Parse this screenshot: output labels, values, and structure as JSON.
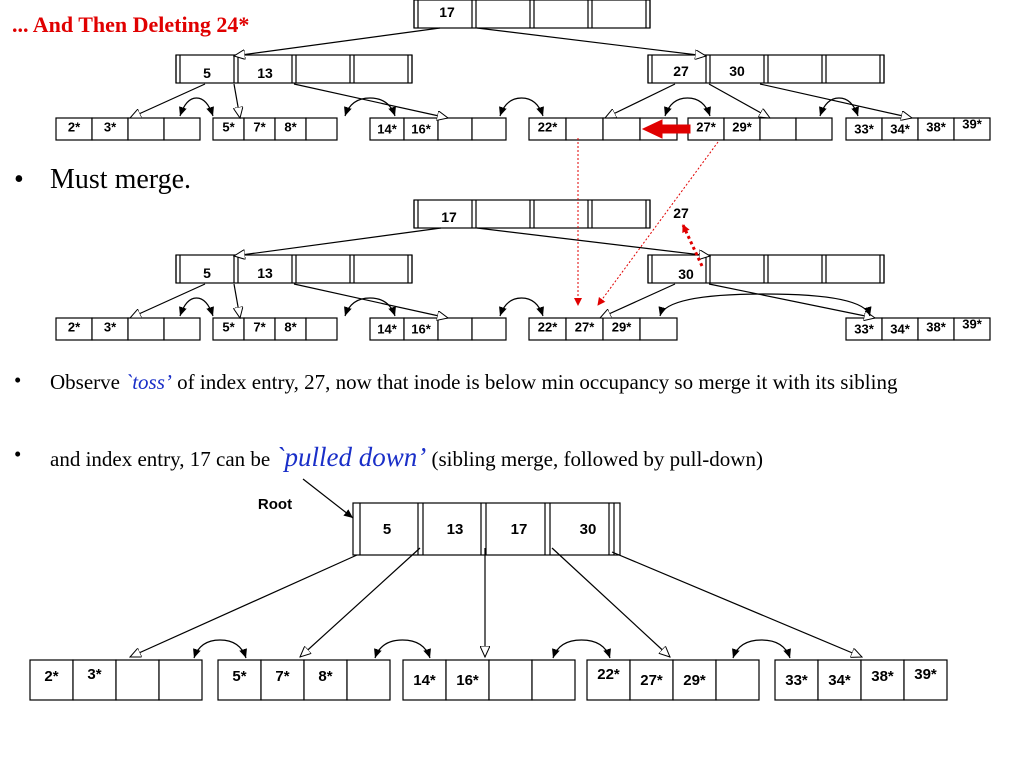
{
  "title": "... And Then Deleting 24*",
  "bullets": {
    "marker": "•",
    "must_merge": "Must merge.",
    "observe_pre": "Observe ",
    "observe_em": "`toss’",
    "observe_post": " of index entry, 27, now  that inode is below min occupancy so merge it with its sibling",
    "pull_pre": "and index entry, 17 can be ",
    "pull_em": "`pulled down’",
    "pull_post": " (sibling merge, followed by pull-down)"
  },
  "diagram_top": {
    "root_keys": [
      "17"
    ],
    "left_inner_keys": [
      "5",
      "13"
    ],
    "right_inner_keys": [
      "27",
      "30"
    ],
    "leaves": [
      [
        "2*",
        "3*"
      ],
      [
        "5*",
        "7*",
        "8*"
      ],
      [
        "14*",
        "16*"
      ],
      [
        "22*"
      ],
      [
        "27*",
        "29*"
      ],
      [
        "33*",
        "34*",
        "38*",
        "39*"
      ]
    ]
  },
  "diagram_middle": {
    "root_keys": [
      "17"
    ],
    "left_inner_keys": [
      "5",
      "13"
    ],
    "right_inner_keys": [
      "30"
    ],
    "tossed_key": "27",
    "leaves": [
      [
        "2*",
        "3*"
      ],
      [
        "5*",
        "7*",
        "8*"
      ],
      [
        "14*",
        "16*"
      ],
      [
        "22*",
        "27*",
        "29*"
      ],
      [
        "33*",
        "34*",
        "38*",
        "39*"
      ]
    ]
  },
  "diagram_bottom": {
    "root_label": "Root",
    "root_keys": [
      "5",
      "13",
      "17",
      "30"
    ],
    "leaves": [
      [
        "2*",
        "3*"
      ],
      [
        "5*",
        "7*",
        "8*"
      ],
      [
        "14*",
        "16*"
      ],
      [
        "22*",
        "27*",
        "29*"
      ],
      [
        "33*",
        "34*",
        "38*",
        "39*"
      ]
    ]
  },
  "colors": {
    "title": "#e00000",
    "emphasis": "#1a2fc8",
    "merge_arrow": "#e00000"
  }
}
